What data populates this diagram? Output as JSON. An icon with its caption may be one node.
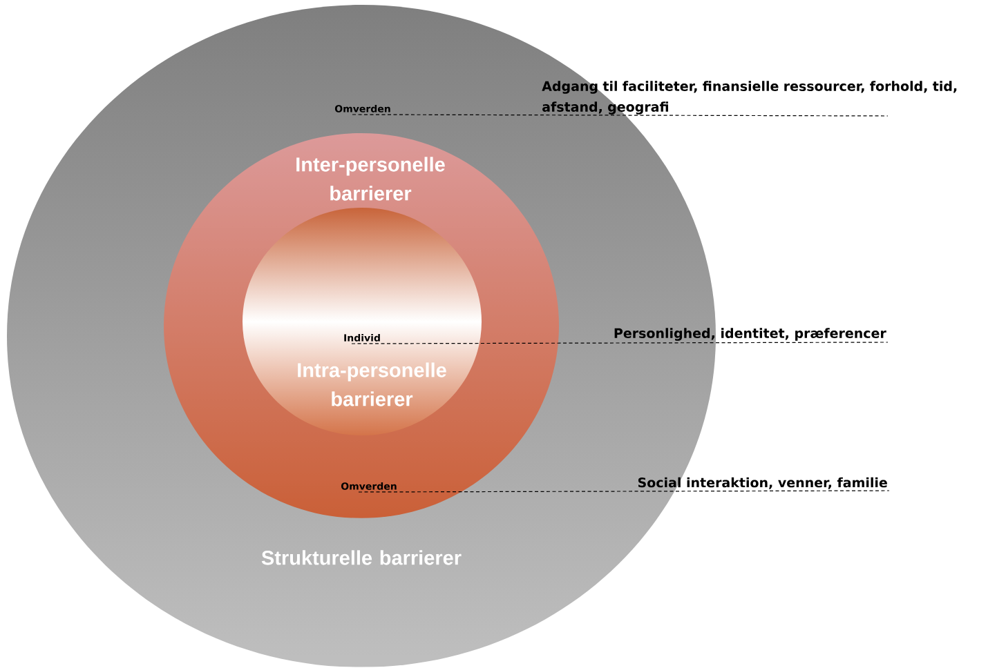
{
  "diagram": {
    "nodes": [
      {
        "text": [
          "Strukturelle barrierer"
        ]
      },
      {
        "text": [
          "Inter-personelle barrierer"
        ],
        "in": 0
      },
      {
        "text": [
          "Intra-personelle barrierer"
        ],
        "in": 1
      },
      {
        "text": [
          "Omverden"
        ],
        "in": 0
      },
      {
        "text": [
          "Adgang til faciliteter, finansielle ressourcer, forhold, tid, afstand, geografi"
        ]
      },
      {
        "text": [
          "Individ"
        ],
        "in": 2
      },
      {
        "text": [
          "Personlighed, identitet, præferencer"
        ]
      },
      {
        "text": [
          "Omverden"
        ],
        "in": 1
      },
      {
        "text": [
          "Social interaktion, venner, familie"
        ]
      }
    ],
    "edges": [
      {
        "from": 3,
        "to": 4,
        "arrow": "none",
        "style": "dashed"
      },
      {
        "from": 5,
        "to": 6,
        "arrow": "none",
        "style": "dashed"
      },
      {
        "from": 7,
        "to": 8,
        "arrow": "none",
        "style": "dashed"
      }
    ]
  }
}
